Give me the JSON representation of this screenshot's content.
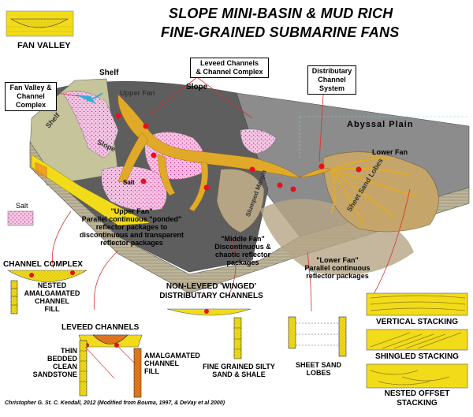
{
  "title": {
    "line1": "SLOPE MINI-BASIN & MUD RICH",
    "line2": "FINE-GRAINED SUBMARINE FANS"
  },
  "labels": {
    "fan_valley": "FAN VALLEY",
    "fan_valley_channel_complex": [
      "Fan Valley &",
      "Channel Complex"
    ],
    "shelf_top": "Shelf",
    "slope_top": "Slope",
    "leveed_channels_box": [
      "Leveed Channels",
      "& Channel Complex"
    ],
    "distributary_box": [
      "Distributary",
      "Channel",
      "System"
    ],
    "abyssal_plain": "Abyssal Plain",
    "upper_fan": "Upper Fan",
    "shelf_side": "Shelf",
    "slope_side": "Slope",
    "lower_fan": "Lower Fan",
    "sheet_sand_lobes": "Sheet Sand Lobes",
    "slumped_margin": [
      "Slumped",
      "Margin"
    ],
    "salt_in_block": "Salt",
    "salt_legend": "Salt"
  },
  "annotations": {
    "upper_fan": [
      "\"Upper Fan\"",
      "Parallel continuous \"ponded\"",
      "reflector packages to",
      "discontinuous and transparent",
      "reflector packages"
    ],
    "middle_fan": [
      "\"Middle Fan\"",
      "Discontinuous &",
      "chaotic reflector",
      "packages"
    ],
    "lower_fan": [
      "\"Lower Fan\"",
      "Parallel continuous",
      "reflector packages"
    ]
  },
  "sections": {
    "channel_complex": {
      "title": "CHANNEL COMPLEX",
      "caption": [
        "NESTED",
        "AMALGAMATED",
        "CHANNEL",
        "FILL"
      ]
    },
    "non_leveed": {
      "title": [
        "NON-LEVEED 'WINGED'",
        "DISTRIBUTARY CHANNELS"
      ],
      "caption": [
        "FINE GRAINED SILTY",
        "SAND & SHALE"
      ]
    },
    "leveed_channels": {
      "title": "LEVEED CHANNELS",
      "left_caption": [
        "THIN",
        "BEDDED",
        "CLEAN",
        "SANDSTONE"
      ],
      "right_caption": [
        "AMALGAMATED",
        "CHANNEL",
        "FILL"
      ]
    },
    "sheet_sand": {
      "caption": [
        "SHEET SAND",
        "LOBES"
      ]
    },
    "stacking": {
      "vertical": "VERTICAL STACKING",
      "shingled": "SHINGLED STACKING",
      "nested": [
        "NESTED OFFSET",
        "STACKING"
      ]
    }
  },
  "credit": "Christopher G. St. C. Kendall, 2012  (Modified from Bouma, 1997, &  DeVay et al 2000)",
  "colors": {
    "sand": "#f2dc1a",
    "fan": "#e0aa28",
    "salt": "#f2c6e4",
    "salt_dot": "#e0208a",
    "mud": "#b5a585",
    "block_dark": "#5e5e5e",
    "shelf": "#c5c49a",
    "red_dot": "#e8101a",
    "line_red": "#d83030",
    "channel_fill": "#e87c20",
    "abyssal": "#8c8c8c",
    "blue_channel": "#3aaad8"
  }
}
